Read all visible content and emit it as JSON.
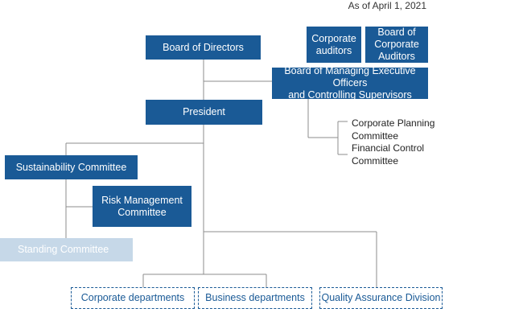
{
  "as_of": "As of April 1, 2021",
  "nodes": {
    "board_of_directors": "Board of Directors",
    "corporate_auditors": "Corporate\nauditors",
    "board_of_corporate_auditors": "Board of\nCorporate\nAuditors",
    "board_of_managing_executive_officers": "Board of Managing Executive Officers\nand Controlling Supervisors",
    "president": "President",
    "corporate_planning_committee": "Corporate Planning\nCommittee",
    "financial_control_committee": "Financial Control\nCommittee",
    "sustainability_committee": "Sustainability Committee",
    "risk_management_committee": "Risk Management\nCommittee",
    "standing_committee": "Standing Committee",
    "corporate_departments": "Corporate departments",
    "business_departments": "Business departments",
    "quality_assurance_division": "Quality Assurance Division"
  },
  "colors": {
    "primary": "#1a5a96",
    "light": "#c6d8e8",
    "connector": "#8c8c8c"
  }
}
